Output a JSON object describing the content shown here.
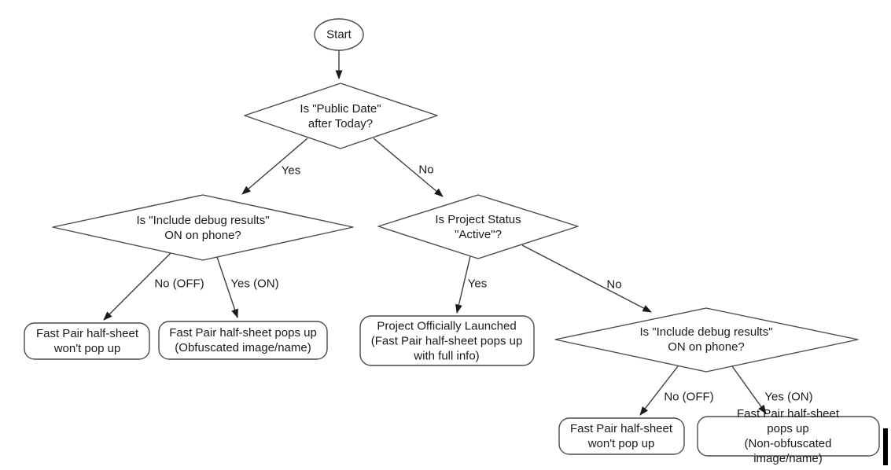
{
  "flowchart": {
    "nodes": {
      "start": {
        "label": "Start"
      },
      "q_public_date": {
        "label": "Is \"Public Date\"\nafter Today?"
      },
      "q_debug_left": {
        "label": "Is \"Include debug results\"\nON on phone?"
      },
      "q_status": {
        "label": "Is Project Status\n\"Active\"?"
      },
      "q_debug_right": {
        "label": "Is \"Include debug results\"\nON on phone?"
      },
      "r_no_popup_left": {
        "label": "Fast Pair half-sheet\nwon't pop up"
      },
      "r_obfuscated": {
        "label": "Fast Pair half-sheet pops up\n(Obfuscated image/name)"
      },
      "r_launched": {
        "label": "Project Officially Launched\n(Fast Pair half-sheet pops up\nwith full info)"
      },
      "r_no_popup_right": {
        "label": "Fast Pair half-sheet\nwon't pop up"
      },
      "r_non_obfuscated": {
        "label": "Fast Pair half-sheet pops up\n(Non-obfuscated image/name)"
      }
    },
    "edges": {
      "public_date_yes": {
        "label": "Yes"
      },
      "public_date_no": {
        "label": "No"
      },
      "debug_left_no": {
        "label": "No (OFF)"
      },
      "debug_left_yes": {
        "label": "Yes (ON)"
      },
      "status_yes": {
        "label": "Yes"
      },
      "status_no": {
        "label": "No"
      },
      "debug_right_no": {
        "label": "No (OFF)"
      },
      "debug_right_yes": {
        "label": "Yes (ON)"
      }
    },
    "colors": {
      "line": "#3d3d3d",
      "shape_stroke": "#4a4a4a",
      "shape_fill": "#ffffff",
      "text": "#1a1a1a",
      "background": "#ffffff",
      "caret": "#000000"
    }
  }
}
